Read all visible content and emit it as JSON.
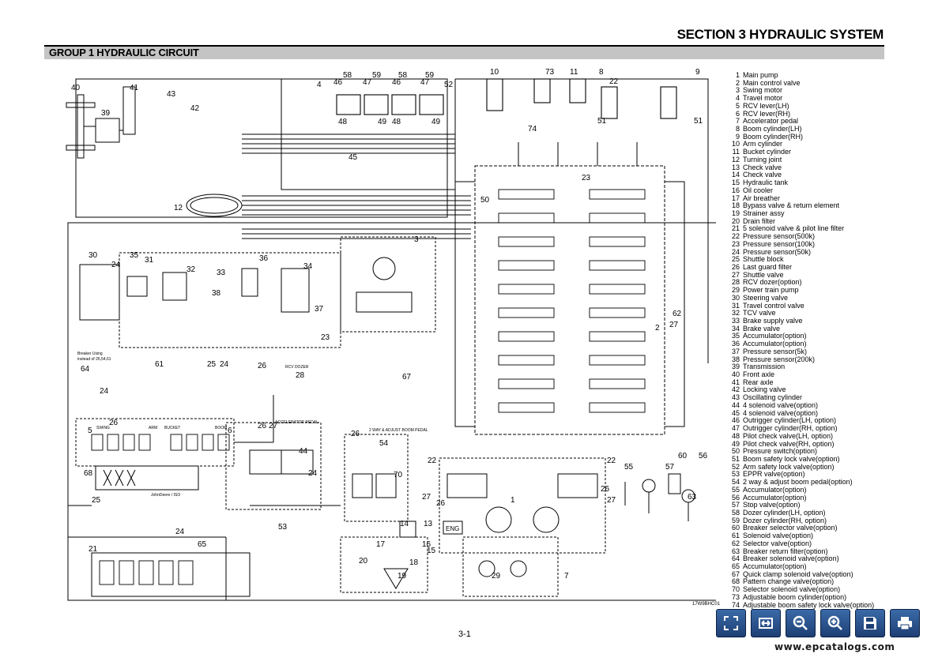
{
  "header": {
    "section_title": "SECTION 3 HYDRAULIC SYSTEM",
    "group_title": "GROUP 1 HYDRAULIC CIRCUIT"
  },
  "diagram": {
    "labels": [
      {
        "id": "l40",
        "text": "40"
      },
      {
        "id": "l41",
        "text": "41"
      },
      {
        "id": "l43",
        "text": "43"
      },
      {
        "id": "l42",
        "text": "42"
      },
      {
        "id": "l39",
        "text": "39"
      },
      {
        "id": "l4",
        "text": "4"
      },
      {
        "id": "l58a",
        "text": "58"
      },
      {
        "id": "l59a",
        "text": "59"
      },
      {
        "id": "l58b",
        "text": "58"
      },
      {
        "id": "l59b",
        "text": "59"
      },
      {
        "id": "l46",
        "text": "46"
      },
      {
        "id": "l47a",
        "text": "47"
      },
      {
        "id": "l46b",
        "text": "46"
      },
      {
        "id": "l47b",
        "text": "47"
      },
      {
        "id": "l48a",
        "text": "48"
      },
      {
        "id": "l49a",
        "text": "49"
      },
      {
        "id": "l48b",
        "text": "48"
      },
      {
        "id": "l49b",
        "text": "49"
      },
      {
        "id": "l52",
        "text": "52"
      },
      {
        "id": "l10",
        "text": "10"
      },
      {
        "id": "l73",
        "text": "73"
      },
      {
        "id": "l11",
        "text": "11"
      },
      {
        "id": "l74",
        "text": "74"
      },
      {
        "id": "l8",
        "text": "8"
      },
      {
        "id": "l22a",
        "text": "22"
      },
      {
        "id": "l9",
        "text": "9"
      },
      {
        "id": "l51a",
        "text": "51"
      },
      {
        "id": "l51b",
        "text": "51"
      },
      {
        "id": "l45",
        "text": "45"
      },
      {
        "id": "l12",
        "text": "12"
      },
      {
        "id": "l23a",
        "text": "23"
      },
      {
        "id": "l50",
        "text": "50"
      },
      {
        "id": "l3",
        "text": "3"
      },
      {
        "id": "l30",
        "text": "30"
      },
      {
        "id": "l35",
        "text": "35"
      },
      {
        "id": "l31",
        "text": "31"
      },
      {
        "id": "l24a",
        "text": "24"
      },
      {
        "id": "l32",
        "text": "32"
      },
      {
        "id": "l36",
        "text": "36"
      },
      {
        "id": "l34",
        "text": "34"
      },
      {
        "id": "l33",
        "text": "33"
      },
      {
        "id": "l38",
        "text": "38"
      },
      {
        "id": "l37",
        "text": "37"
      },
      {
        "id": "l23b",
        "text": "23"
      },
      {
        "id": "l2",
        "text": "2"
      },
      {
        "id": "l62",
        "text": "62"
      },
      {
        "id": "l27a",
        "text": "27"
      },
      {
        "id": "l61",
        "text": "61"
      },
      {
        "id": "l25a",
        "text": "25"
      },
      {
        "id": "l24b",
        "text": "24"
      },
      {
        "id": "l26a",
        "text": "26"
      },
      {
        "id": "l28",
        "text": "28"
      },
      {
        "id": "l64",
        "text": "64"
      },
      {
        "id": "l24c",
        "text": "24"
      },
      {
        "id": "l67",
        "text": "67"
      },
      {
        "id": "l5",
        "text": "5"
      },
      {
        "id": "l26b",
        "text": "26"
      },
      {
        "id": "l6",
        "text": "6"
      },
      {
        "id": "l26c",
        "text": "26"
      },
      {
        "id": "l27b",
        "text": "27"
      },
      {
        "id": "l44",
        "text": "44"
      },
      {
        "id": "l24d",
        "text": "24"
      },
      {
        "id": "l26d",
        "text": "26"
      },
      {
        "id": "l54",
        "text": "54"
      },
      {
        "id": "l68",
        "text": "68"
      },
      {
        "id": "l70",
        "text": "70"
      },
      {
        "id": "l22b",
        "text": "22"
      },
      {
        "id": "l22c",
        "text": "22"
      },
      {
        "id": "l55",
        "text": "55"
      },
      {
        "id": "l57",
        "text": "57"
      },
      {
        "id": "l60",
        "text": "60"
      },
      {
        "id": "l56",
        "text": "56"
      },
      {
        "id": "l27c",
        "text": "27"
      },
      {
        "id": "l26e",
        "text": "26"
      },
      {
        "id": "l1",
        "text": "1"
      },
      {
        "id": "l26f",
        "text": "26"
      },
      {
        "id": "l27d",
        "text": "27"
      },
      {
        "id": "l63",
        "text": "63"
      },
      {
        "id": "l25b",
        "text": "25"
      },
      {
        "id": "l53",
        "text": "53"
      },
      {
        "id": "l14",
        "text": "14"
      },
      {
        "id": "l13",
        "text": "13"
      },
      {
        "id": "l24e",
        "text": "24"
      },
      {
        "id": "l21",
        "text": "21"
      },
      {
        "id": "l65",
        "text": "65"
      },
      {
        "id": "l17",
        "text": "17"
      },
      {
        "id": "l16",
        "text": "16"
      },
      {
        "id": "l15",
        "text": "15"
      },
      {
        "id": "l20",
        "text": "20"
      },
      {
        "id": "l18",
        "text": "18"
      },
      {
        "id": "l19",
        "text": "19"
      },
      {
        "id": "l29",
        "text": "29"
      },
      {
        "id": "l7",
        "text": "7"
      },
      {
        "id": "leng",
        "text": "ENG"
      },
      {
        "id": "lswing",
        "text": "SWING"
      },
      {
        "id": "larm",
        "text": "ARM"
      },
      {
        "id": "lbucket",
        "text": "BUCKET"
      },
      {
        "id": "lboom",
        "text": "BOOM"
      },
      {
        "id": "laccel",
        "text": "ACCELERATOR PEDAL"
      },
      {
        "id": "lrcv",
        "text": "RCV DOZER"
      },
      {
        "id": "lbreaker",
        "text": "Breaker Using"
      },
      {
        "id": "lbreaker2",
        "text": "instead of 26,54,61"
      },
      {
        "id": "l2way",
        "text": "2 WAY & ADJUST BOOM PEDAL"
      },
      {
        "id": "ljohn",
        "text": "JohnDeere / ISO"
      }
    ]
  },
  "legend": [
    {
      "num": "1",
      "text": "Main pump"
    },
    {
      "num": "2",
      "text": "Main control valve"
    },
    {
      "num": "3",
      "text": "Swing motor"
    },
    {
      "num": "4",
      "text": "Travel motor"
    },
    {
      "num": "5",
      "text": "RCV lever(LH)"
    },
    {
      "num": "6",
      "text": "RCV lever(RH)"
    },
    {
      "num": "7",
      "text": "Accelerator pedal"
    },
    {
      "num": "8",
      "text": "Boom cylinder(LH)"
    },
    {
      "num": "9",
      "text": "Boom cylinder(RH)"
    },
    {
      "num": "10",
      "text": "Arm cylinder"
    },
    {
      "num": "11",
      "text": "Bucket cylinder"
    },
    {
      "num": "12",
      "text": "Turning joint"
    },
    {
      "num": "13",
      "text": "Check valve"
    },
    {
      "num": "14",
      "text": "Check valve"
    },
    {
      "num": "15",
      "text": "Hydraulic tank"
    },
    {
      "num": "16",
      "text": "Oil cooler"
    },
    {
      "num": "17",
      "text": "Air breather"
    },
    {
      "num": "18",
      "text": "Bypass valve & return element"
    },
    {
      "num": "19",
      "text": "Strainer assy"
    },
    {
      "num": "20",
      "text": "Drain filter"
    },
    {
      "num": "21",
      "text": "5 solenoid valve & pilot line filter"
    },
    {
      "num": "22",
      "text": "Pressure sensor(500k)"
    },
    {
      "num": "23",
      "text": "Pressure sensor(100k)"
    },
    {
      "num": "24",
      "text": "Pressure sensor(50k)"
    },
    {
      "num": "25",
      "text": "Shuttle block"
    },
    {
      "num": "26",
      "text": "Last guard filter"
    },
    {
      "num": "27",
      "text": "Shuttle valve"
    },
    {
      "num": "28",
      "text": "RCV dozer(option)"
    },
    {
      "num": "29",
      "text": "Power train pump"
    },
    {
      "num": "30",
      "text": "Steering valve"
    },
    {
      "num": "31",
      "text": "Travel control valve"
    },
    {
      "num": "32",
      "text": "TCV valve"
    },
    {
      "num": "33",
      "text": "Brake supply valve"
    },
    {
      "num": "34",
      "text": "Brake valve"
    },
    {
      "num": "35",
      "text": "Accumulator(option)"
    },
    {
      "num": "36",
      "text": "Accumulator(option)"
    },
    {
      "num": "37",
      "text": "Pressure sensor(5k)"
    },
    {
      "num": "38",
      "text": "Pressure sensor(200k)"
    },
    {
      "num": "39",
      "text": "Transmission"
    },
    {
      "num": "40",
      "text": "Front axle"
    },
    {
      "num": "41",
      "text": "Rear axle"
    },
    {
      "num": "42",
      "text": "Locking valve"
    },
    {
      "num": "43",
      "text": "Oscillating cylinder"
    },
    {
      "num": "44",
      "text": "4 solenoid valve(option)"
    },
    {
      "num": "45",
      "text": "4 solenoid valve(option)"
    },
    {
      "num": "46",
      "text": "Outrigger cylinder(LH, option)"
    },
    {
      "num": "47",
      "text": "Outrigger cylinder(RH, option)"
    },
    {
      "num": "48",
      "text": "Pilot check valve(LH, option)"
    },
    {
      "num": "49",
      "text": "Pilot check valve(RH, option)"
    },
    {
      "num": "50",
      "text": "Pressure switch(option)"
    },
    {
      "num": "51",
      "text": "Boom safety lock valve(option)"
    },
    {
      "num": "52",
      "text": "Arm safety lock valve(option)"
    },
    {
      "num": "53",
      "text": "EPPR valve(option)"
    },
    {
      "num": "54",
      "text": "2 way & adjust boom pedal(option)"
    },
    {
      "num": "55",
      "text": "Accumulator(option)"
    },
    {
      "num": "56",
      "text": "Accumulator(option)"
    },
    {
      "num": "57",
      "text": "Stop valve(option)"
    },
    {
      "num": "58",
      "text": "Dozer cylinder(LH, option)"
    },
    {
      "num": "59",
      "text": "Dozer cylinder(RH, option)"
    },
    {
      "num": "60",
      "text": "Breaker selector valve(option)"
    },
    {
      "num": "61",
      "text": "Solenoid valve(option)"
    },
    {
      "num": "62",
      "text": "Selector valve(option)"
    },
    {
      "num": "63",
      "text": "Breaker return filter(option)"
    },
    {
      "num": "64",
      "text": "Breaker solenoid valve(option)"
    },
    {
      "num": "65",
      "text": "Accumulator(option)"
    },
    {
      "num": "67",
      "text": "Quick clamp solenoid valve(option)"
    },
    {
      "num": "68",
      "text": "Pattern change valve(option)"
    },
    {
      "num": "70",
      "text": "Selector solenoid valve(option)"
    },
    {
      "num": "73",
      "text": "Adjustable boom cylinder(option)"
    },
    {
      "num": "74",
      "text": "Adjustable boom safety lock valve(option)"
    }
  ],
  "footer": {
    "figure_code": "17W9BHC01",
    "page_number": "3-1",
    "watermark": "www.epcatalogs.com"
  },
  "toolbar": {
    "buttons": [
      {
        "name": "fit-page-button",
        "icon": "fit-page-icon"
      },
      {
        "name": "fit-width-button",
        "icon": "fit-width-icon"
      },
      {
        "name": "zoom-out-button",
        "icon": "zoom-out-icon"
      },
      {
        "name": "zoom-in-button",
        "icon": "zoom-in-icon"
      },
      {
        "name": "save-button",
        "icon": "save-icon"
      },
      {
        "name": "print-button",
        "icon": "print-icon"
      }
    ]
  },
  "colors": {
    "toolbar_bg": "#2b5592",
    "group_bar": "#c4c4c4"
  }
}
